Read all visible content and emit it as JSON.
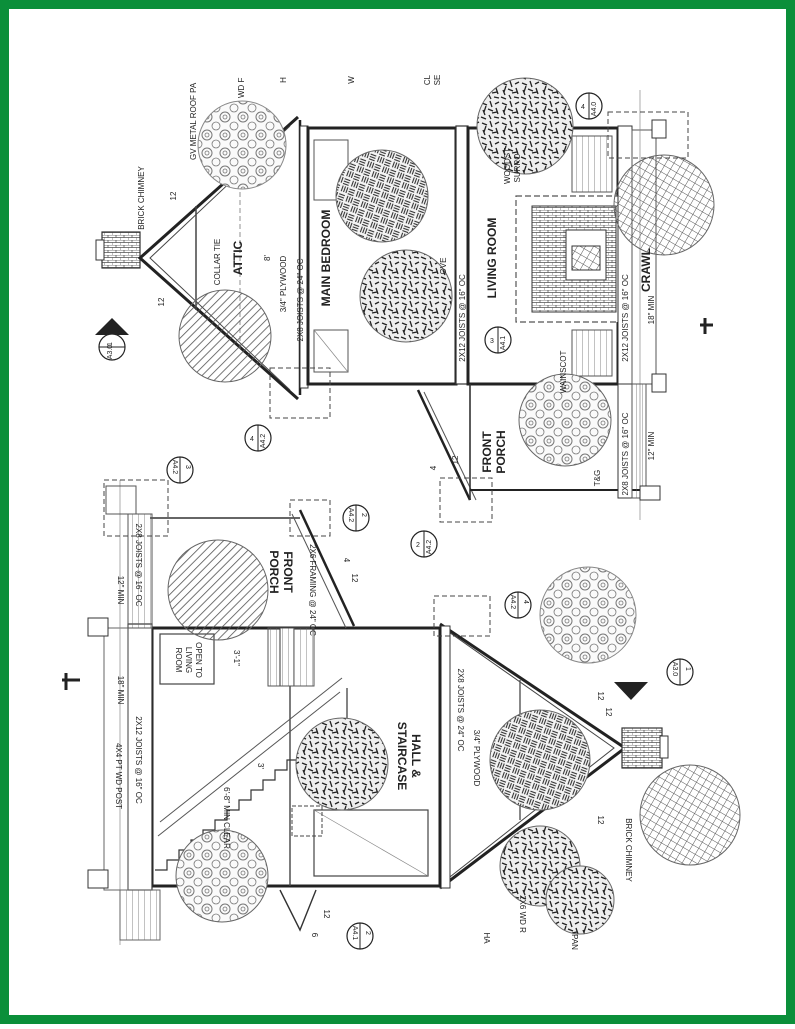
{
  "colors": {
    "frame": "#0b8f3a",
    "ink": "#222222",
    "paper": "#ffffff"
  },
  "upper_section": {
    "rooms": {
      "attic": "ATTIC",
      "main_bedroom": "MAIN BEDROOM",
      "living_room": "LIVING ROOM",
      "front_porch_1": "FRONT",
      "front_porch_2": "PORCH",
      "crawl": "CRAWL"
    },
    "notes": {
      "brick_chimney": "BRICK CHIMNEY",
      "roof": "GV METAL ROOF PA",
      "roof_wd": "WD F",
      "collar_tie": "COLLAR TIE",
      "plywood": "3/4\" PLYWOOD",
      "attic_joists": "2X8 JOISTS @ 24\" OC",
      "floor_joists": "2X12 JOISTS @ 16\" OC",
      "crawl_joists": "2X12 JOISTS @ 16\" OC",
      "porch_joists": "2X8 JOISTS @ 16\" OC",
      "wainscot": "WAINSCOT",
      "tg": "T&G",
      "woodstove": "WOODST",
      "surround": "SURRO",
      "stove": "OVE",
      "min18": "18\" MIN",
      "min12": "12\" MIN",
      "ht": "8'",
      "slope": "4",
      "slope_run": "12",
      "cl": "CL",
      "se": "SE",
      "w": "W",
      "h": "H"
    },
    "callouts": {
      "a": {
        "top": "1",
        "bottom": "A3.0"
      },
      "b": {
        "top": "4",
        "bottom": "A4.2"
      },
      "c": {
        "top": "3",
        "bottom": "A4.1"
      },
      "d": {
        "top": "2",
        "bottom": "A4.2"
      },
      "e": {
        "top": "4",
        "bottom": "A4.0"
      }
    },
    "pitch": {
      "left": "12",
      "right": "12"
    }
  },
  "lower_section": {
    "rooms": {
      "hall_1": "HALL &",
      "hall_2": "STAIRCASE",
      "front_porch_1": "FRONT",
      "front_porch_2": "PORCH"
    },
    "notes": {
      "brick_chimney": "BRICK CHIMNEY",
      "plywood": "3/4\" PLYWOOD",
      "attic_joists": "2X8 JOISTS @ 24\" OC",
      "floor_joists": "2X12 JOISTS @ 16\" OC",
      "porch_joists": "2X8 JOISTS @ 16\" OC",
      "porch_framing": "2X6 FRAMING @ 24\" OC",
      "post": "4X4 PT WD POST",
      "open_to_1": "OPEN TO",
      "open_to_2": "LIVING",
      "open_to_3": "ROOM",
      "clear": "6'-8\" MIN CLEAR",
      "stair_w": "3'",
      "open_ht": "3'-1\"",
      "min18": "18\" MIN",
      "min12": "12\" MIN",
      "rafters": "2X6 WD R",
      "pan": "PAN",
      "ha": "HA",
      "slope": "4",
      "slope_run": "12",
      "dim6": "6",
      "dim12": "12"
    },
    "callouts": {
      "a": {
        "top": "3",
        "bottom": "A4.2"
      },
      "b": {
        "top": "2",
        "bottom": "A4.2"
      },
      "c": {
        "top": "4",
        "bottom": "A4.2"
      },
      "d": {
        "top": "1",
        "bottom": "A3.0"
      },
      "e": {
        "top": "2",
        "bottom": "A4.1"
      }
    },
    "pitch": {
      "left": "12",
      "right": "12",
      "top": "12"
    }
  }
}
